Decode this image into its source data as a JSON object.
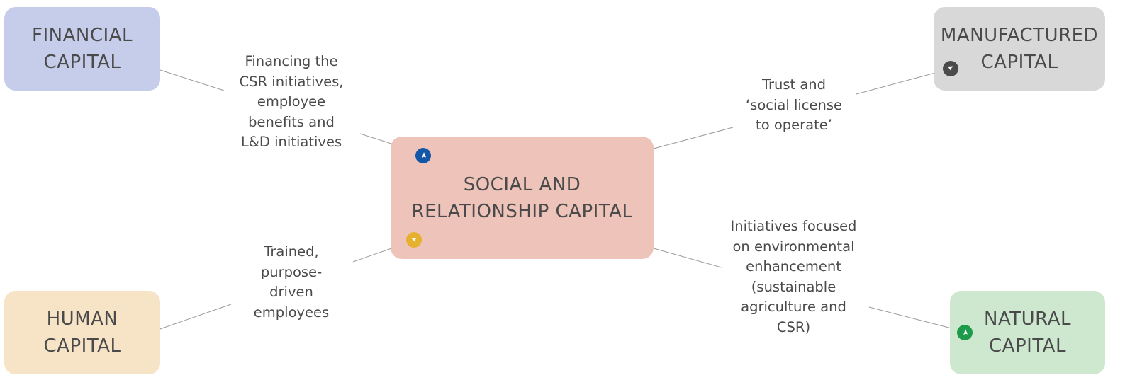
{
  "colors": {
    "financial": "#c5cdea",
    "manufactured": "#d8d8d8",
    "social": "#eec3b9",
    "human": "#f7e4c7",
    "natural": "#cde8cf",
    "connector": "#9a9a9a",
    "badge_blue": "#1457a6",
    "badge_yellow": "#e6b12e",
    "badge_gray": "#4b4b4b",
    "badge_green": "#1e9b4a"
  },
  "nodes": {
    "financial": {
      "line1": "FINANCIAL",
      "line2": "CAPITAL"
    },
    "manufactured": {
      "line1": "MANUFACTURED",
      "line2": "CAPITAL"
    },
    "social": {
      "line1": "SOCIAL AND",
      "line2": "RELATIONSHIP CAPITAL"
    },
    "human": {
      "line1": "HUMAN",
      "line2": "CAPITAL"
    },
    "natural": {
      "line1": "NATURAL",
      "line2": "CAPITAL"
    }
  },
  "flows": {
    "financial": [
      "Financing the",
      "CSR initiatives,",
      "employee",
      "benefits and",
      "L&D initiatives"
    ],
    "manufactured": [
      "Trust and",
      "‘social license",
      "to operate’"
    ],
    "human": [
      "Trained,",
      "purpose-",
      "driven",
      "employees"
    ],
    "natural": [
      "Initiatives focused",
      "on environmental",
      "enhancement",
      "(sustainable",
      "agriculture and",
      "CSR)"
    ]
  },
  "icons": {
    "blue": "arrow-badge-icon",
    "yellow": "arrow-badge-icon",
    "gray": "arrow-badge-icon",
    "green": "arrow-badge-icon"
  }
}
